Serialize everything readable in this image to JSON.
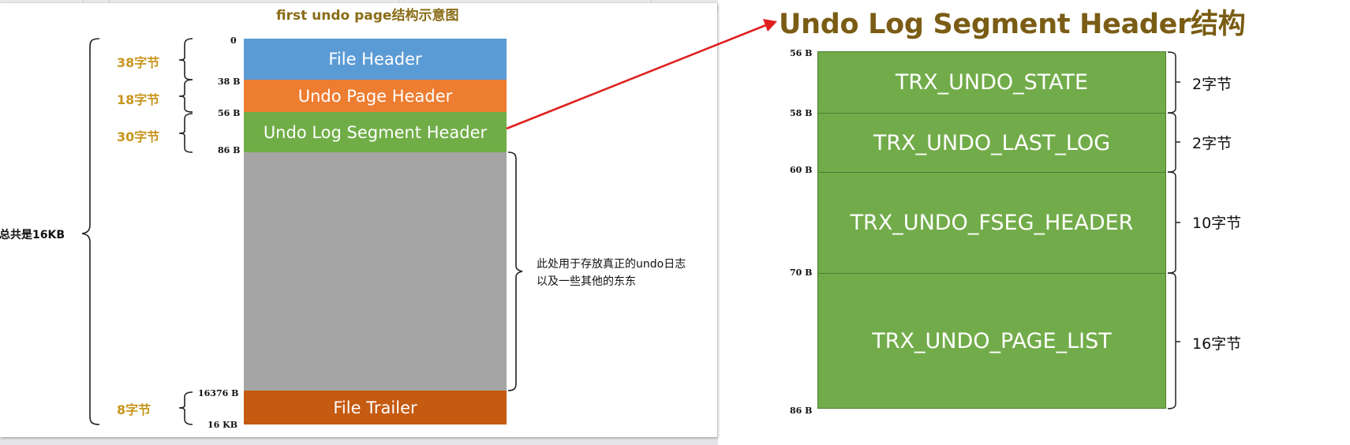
{
  "left_diagram": {
    "title": "first undo page结构示意图",
    "total_label": "总共是16KB",
    "segments": [
      {
        "label": "File Header",
        "color": "#5b9bd5"
      },
      {
        "label": "Undo Page Header",
        "color": "#ed7d31"
      },
      {
        "label": "Undo Log Segment Header",
        "color": "#70ad47"
      },
      {
        "label": "",
        "color": "#a5a5a5"
      },
      {
        "label": "File Trailer",
        "color": "#c55a11"
      }
    ],
    "offsets": [
      "0",
      "38 B",
      "56 B",
      "86 B",
      "16376 B",
      "16 KB"
    ],
    "sizes": [
      "38字节",
      "18字节",
      "30字节",
      "8字节"
    ],
    "note_lines": [
      "此处用于存放真正的undo日志",
      "以及一些其他的东东"
    ]
  },
  "right_diagram": {
    "title": "Undo Log Segment Header结构",
    "fields": [
      {
        "label": "TRX_UNDO_STATE",
        "size": "2字节"
      },
      {
        "label": "TRX_UNDO_LAST_LOG",
        "size": "2字节"
      },
      {
        "label": "TRX_UNDO_FSEG_HEADER",
        "size": "10字节"
      },
      {
        "label": "TRX_UNDO_PAGE_LIST",
        "size": "16字节"
      }
    ],
    "offsets": [
      "56 B",
      "58 B",
      "60 B",
      "70 B",
      "86 B"
    ]
  },
  "colors": {
    "arrow": "#e02020",
    "title_left": "#8a6d18",
    "title_right": "#7a5c14",
    "size_left": "#c8961e",
    "field_green": "#72ac4a"
  }
}
